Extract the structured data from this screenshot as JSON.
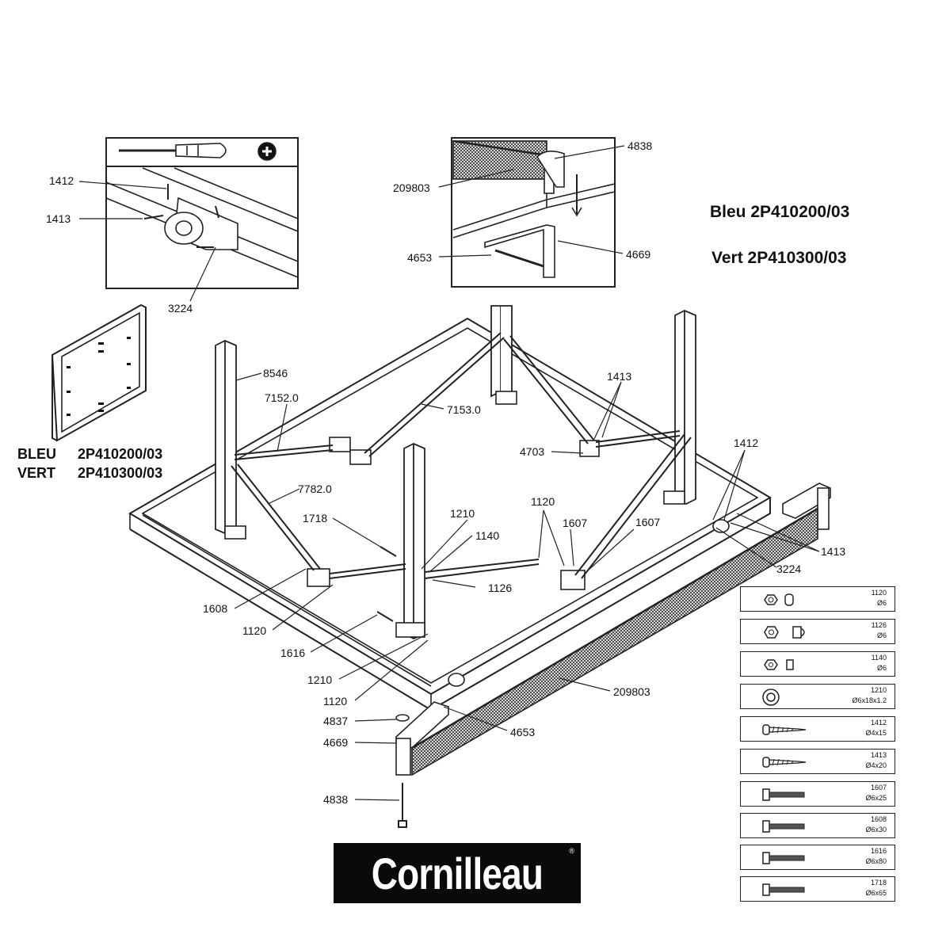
{
  "model_codes": {
    "bleu": "Bleu 2P410200/03",
    "vert": "Vert 2P410300/03"
  },
  "panel_caption": {
    "bleu_word": "BLEU",
    "bleu_code": "2P410200/03",
    "vert_word": "VERT",
    "vert_code": "2P410300/03"
  },
  "inset_left": {
    "screwdriver_icon": "screwdriver-icon",
    "phillips_icon": "phillips-head-icon",
    "callouts": [
      "1412",
      "1413",
      "3224"
    ]
  },
  "inset_top": {
    "callouts": [
      "4838",
      "209803",
      "4653",
      "4669"
    ]
  },
  "frame_callouts": {
    "c8546": "8546",
    "c7152": "7152.0",
    "c7153": "7153.0",
    "c1413a": "1413",
    "c4703": "4703",
    "c1412": "1412",
    "c7782": "7782.0",
    "c1718": "1718",
    "c1210a": "1210",
    "c1140": "1140",
    "c1120a": "1120",
    "c1607a": "1607",
    "c1607b": "1607",
    "c1413b": "1413",
    "c3224": "3224",
    "c1126": "1126",
    "c1608": "1608",
    "c1120b": "1120",
    "c1616": "1616",
    "c1210b": "1210",
    "c1120c": "1120",
    "c209803": "209803",
    "c4837": "4837",
    "c4653": "4653",
    "c4669": "4669",
    "c4838": "4838"
  },
  "hardware_legend": [
    {
      "code": "1120",
      "dim": "Ø6",
      "icon": "nut-cap-icon"
    },
    {
      "code": "1126",
      "dim": "Ø6",
      "icon": "hex-nut-icon"
    },
    {
      "code": "1140",
      "dim": "Ø6",
      "icon": "small-nut-icon"
    },
    {
      "code": "1210",
      "dim": "Ø6x18x1.2",
      "icon": "washer-icon"
    },
    {
      "code": "1412",
      "dim": "Ø4x15",
      "icon": "wood-screw-icon"
    },
    {
      "code": "1413",
      "dim": "Ø4x20",
      "icon": "wood-screw-icon"
    },
    {
      "code": "1607",
      "dim": "Ø6x25",
      "icon": "bolt-icon"
    },
    {
      "code": "1608",
      "dim": "Ø6x30",
      "icon": "bolt-icon"
    },
    {
      "code": "1616",
      "dim": "Ø6x80",
      "icon": "bolt-icon"
    },
    {
      "code": "1718",
      "dim": "Ø6x65",
      "icon": "bolt-icon"
    }
  ],
  "brand": {
    "name": "Cornilleau",
    "mark": "®"
  }
}
